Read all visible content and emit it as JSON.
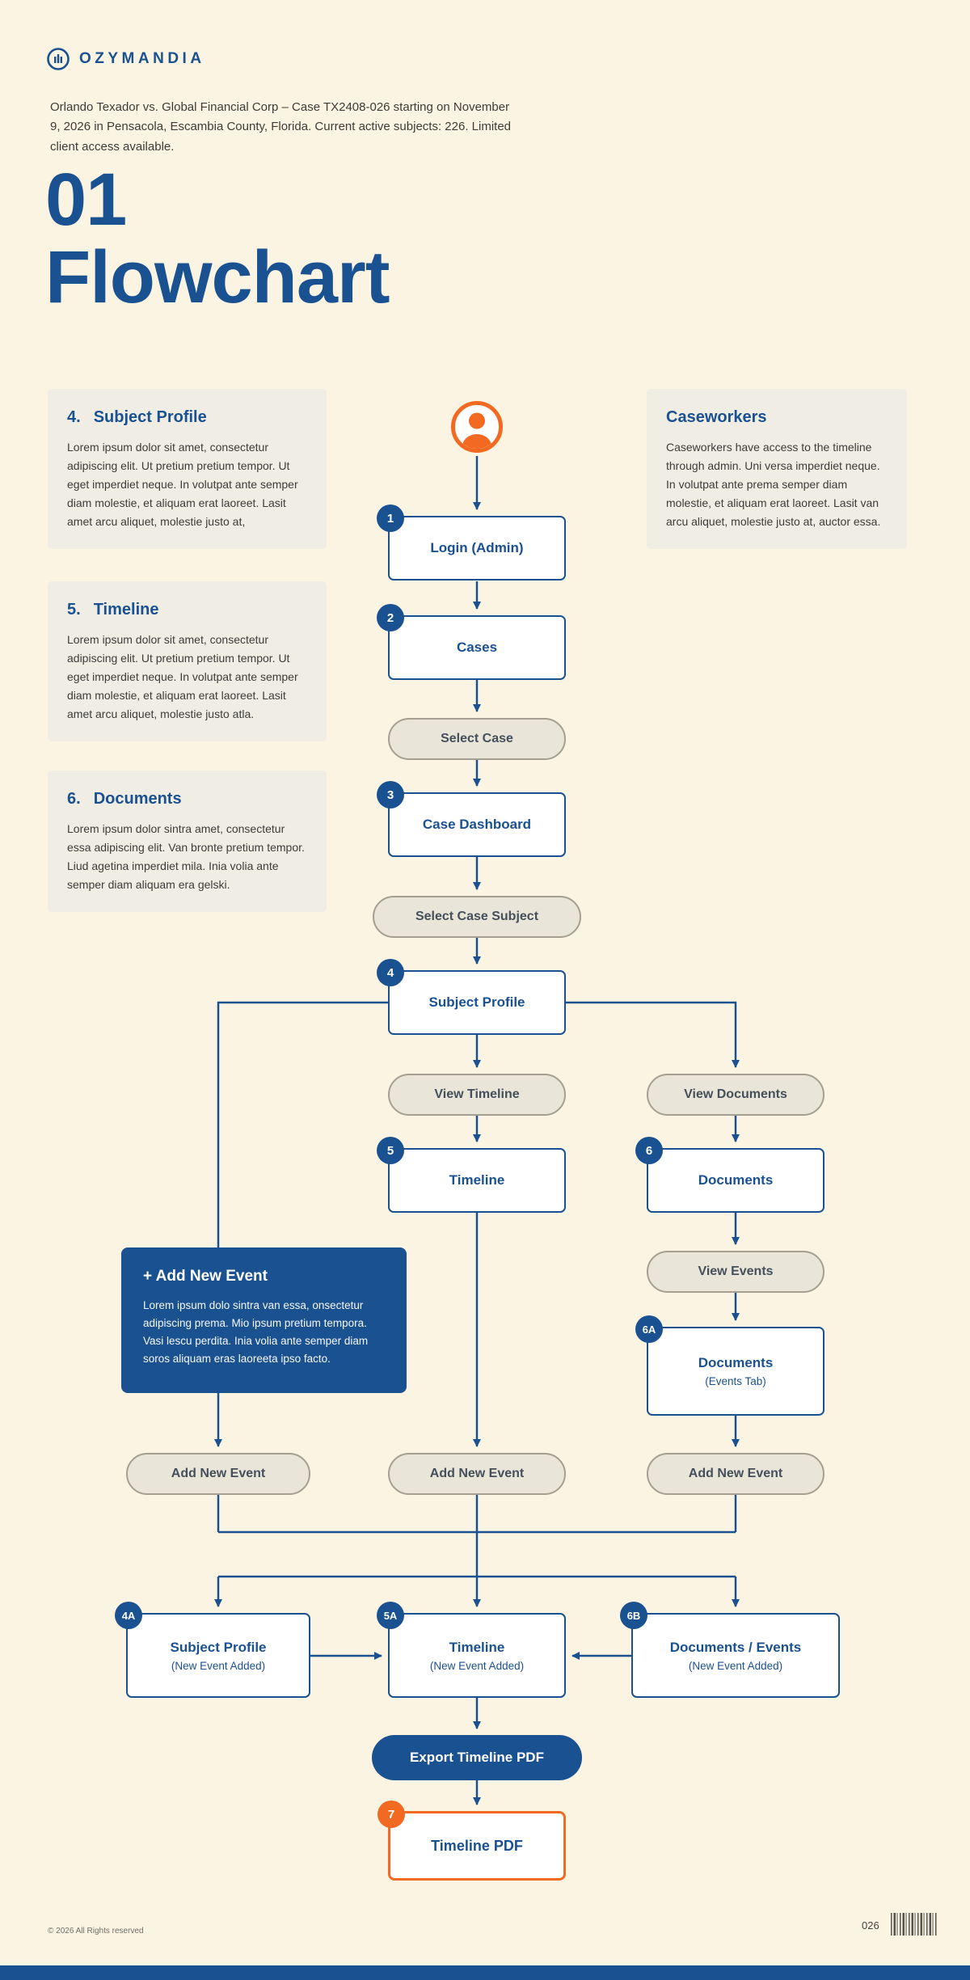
{
  "colors": {
    "blue": "#1a5191",
    "orange": "#f26a22",
    "background": "#fbf4e3"
  },
  "header": {
    "logo": "OZYMANDIA",
    "intro": "Orlando Texador vs. Global Financial Corp – Case TX2408-026 starting on November 9, 2026 in Pensacola, Escambia County, Florida. Current  active subjects: 226. Limited client access available.",
    "title_line1": "01",
    "title_line2": "Flowchart"
  },
  "notes": [
    {
      "number": "4.",
      "title": "Subject Profile",
      "body": "Lorem ipsum dolor sit amet, consectetur adipiscing elit. Ut pretium pretium tempor. Ut eget imperdiet neque. In volutpat ante semper diam molestie, et aliquam erat laoreet. Lasit amet arcu aliquet, molestie justo at,"
    },
    {
      "number": "5.",
      "title": "Timeline",
      "body": "Lorem ipsum dolor sit amet, consectetur adipiscing elit. Ut pretium pretium tempor. Ut eget imperdiet neque. In volutpat ante semper diam molestie, et aliquam erat laoreet. Lasit amet arcu aliquet, molestie justo atla."
    },
    {
      "number": "6.",
      "title": "Documents",
      "body": "Lorem ipsum dolor sintra amet, consectetur essa adipiscing elit. Van bronte pretium tempor. Liud agetina imperdiet mila. Inia volia ante semper diam  aliquam era gelski."
    }
  ],
  "caseworkers": {
    "title": "Caseworkers",
    "body": "Caseworkers have access to the timeline through admin. Uni versa imperdiet neque. In volutpat ante prema semper diam molestie, et aliquam erat laoreet. Lasit van arcu aliquet, molestie justo at, auctor essa."
  },
  "callout": {
    "title": "+ Add New Event",
    "body": "Lorem ipsum dolo sintra van essa, onsectetur adipiscing prema. Mio ipsum pretium tempora. Vasi lescu perdita. Inia volia ante semper diam soros aliquam eras laoreeta ipso facto."
  },
  "nodes": {
    "login": {
      "badge": "1",
      "label": "Login (Admin)"
    },
    "cases": {
      "badge": "2",
      "label": "Cases"
    },
    "select_case": {
      "label": "Select Case"
    },
    "case_dashboard": {
      "badge": "3",
      "label": "Case Dashboard"
    },
    "select_case_subject": {
      "label": "Select Case Subject"
    },
    "subject_profile": {
      "badge": "4",
      "label": "Subject Profile"
    },
    "view_timeline": {
      "label": "View Timeline"
    },
    "view_documents": {
      "label": "View Documents"
    },
    "timeline": {
      "badge": "5",
      "label": "Timeline"
    },
    "documents": {
      "badge": "6",
      "label": "Documents"
    },
    "view_events": {
      "label": "View Events"
    },
    "documents_events_tab": {
      "badge": "6A",
      "label": "Documents",
      "sublabel": "(Events Tab)"
    },
    "add_event_left": {
      "label": "Add New Event"
    },
    "add_event_center": {
      "label": "Add New Event"
    },
    "add_event_right": {
      "label": "Add New Event"
    },
    "subject_profile_new": {
      "badge": "4A",
      "label": "Subject Profile",
      "sublabel": "(New Event Added)"
    },
    "timeline_new": {
      "badge": "5A",
      "label": "Timeline",
      "sublabel": "(New Event Added)"
    },
    "documents_events_new": {
      "badge": "6B",
      "label": "Documents / Events",
      "sublabel": "(New Event Added)"
    },
    "export_timeline_pdf": {
      "label": "Export Timeline PDF"
    },
    "timeline_pdf": {
      "badge": "7",
      "label": "Timeline PDF"
    }
  },
  "footer": {
    "copyright": "© 2026  All Rights reserved",
    "page_number": "026"
  }
}
